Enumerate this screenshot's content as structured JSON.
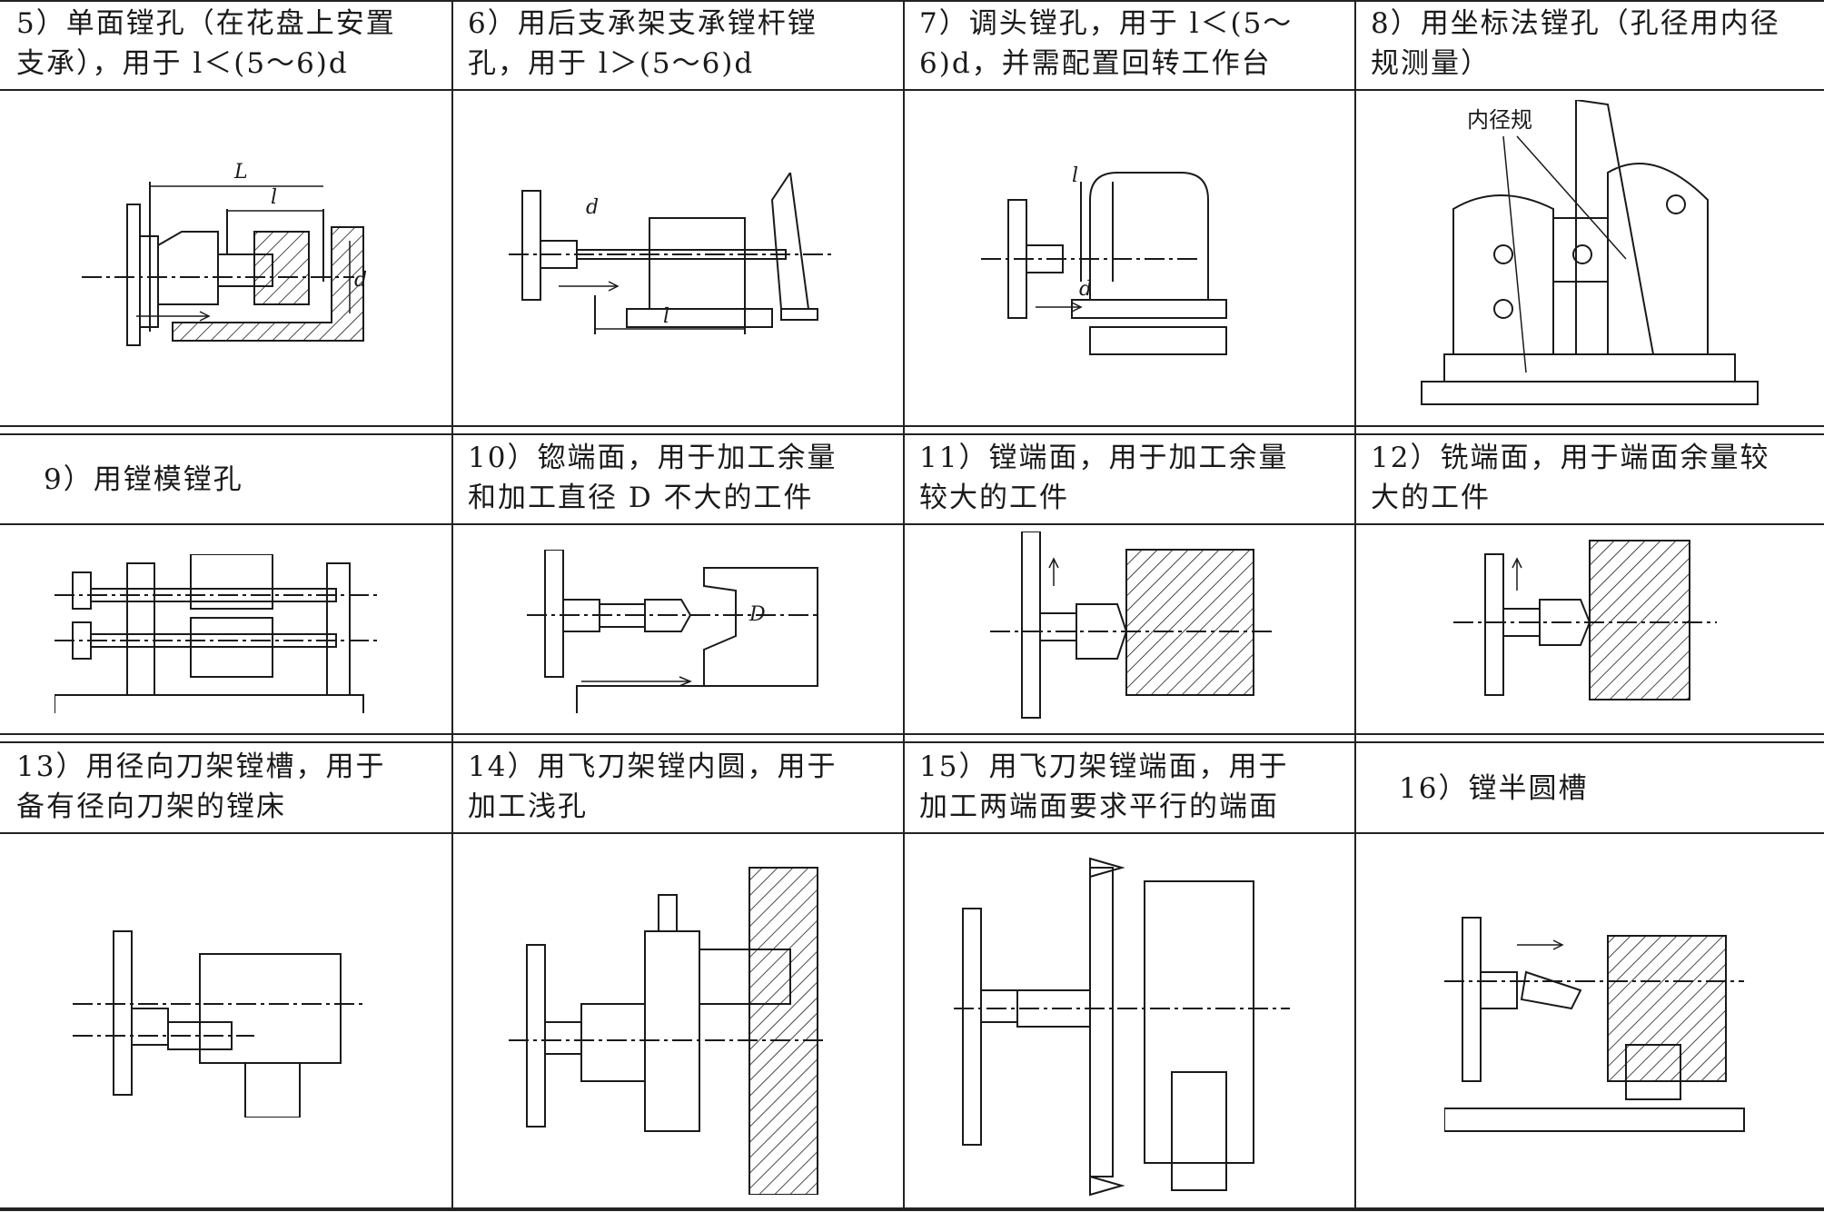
{
  "rows": [
    {
      "cells": [
        {
          "lines": [
            "5）单面镗孔（在花盘上安置",
            "支承），用于 l＜(5～6)d"
          ]
        },
        {
          "lines": [
            "6）用后支承架支承镗杆镗",
            "孔，用于 l＞(5～6)d"
          ]
        },
        {
          "lines": [
            "7）调头镗孔，用于 l＜(5～",
            "6)d，并需配置回转工作台"
          ]
        },
        {
          "lines": [
            "8）用坐标法镗孔（孔径用内径",
            "规测量）"
          ]
        }
      ]
    },
    {
      "cells": [
        {
          "lines": [
            "9）用镗模镗孔"
          ]
        },
        {
          "lines": [
            "10）锪端面，用于加工余量",
            "和加工直径 D 不大的工件"
          ]
        },
        {
          "lines": [
            "11）镗端面，用于加工余量",
            "较大的工件"
          ]
        },
        {
          "lines": [
            "12）铣端面，用于端面余量较",
            "大的工件"
          ]
        }
      ]
    },
    {
      "cells": [
        {
          "lines": [
            "13）用径向刀架镗槽，用于",
            "备有径向刀架的镗床"
          ]
        },
        {
          "lines": [
            "14）用飞刀架镗内圆，用于",
            "加工浅孔"
          ]
        },
        {
          "lines": [
            "15）用飞刀架镗端面，用于",
            "加工两端面要求平行的端面"
          ]
        },
        {
          "lines": [
            "16）镗半圆槽"
          ]
        }
      ]
    }
  ],
  "figure_labels": {
    "L": "L",
    "l": "l",
    "d": "d",
    "D": "D",
    "bore_gauge": "内径规"
  }
}
